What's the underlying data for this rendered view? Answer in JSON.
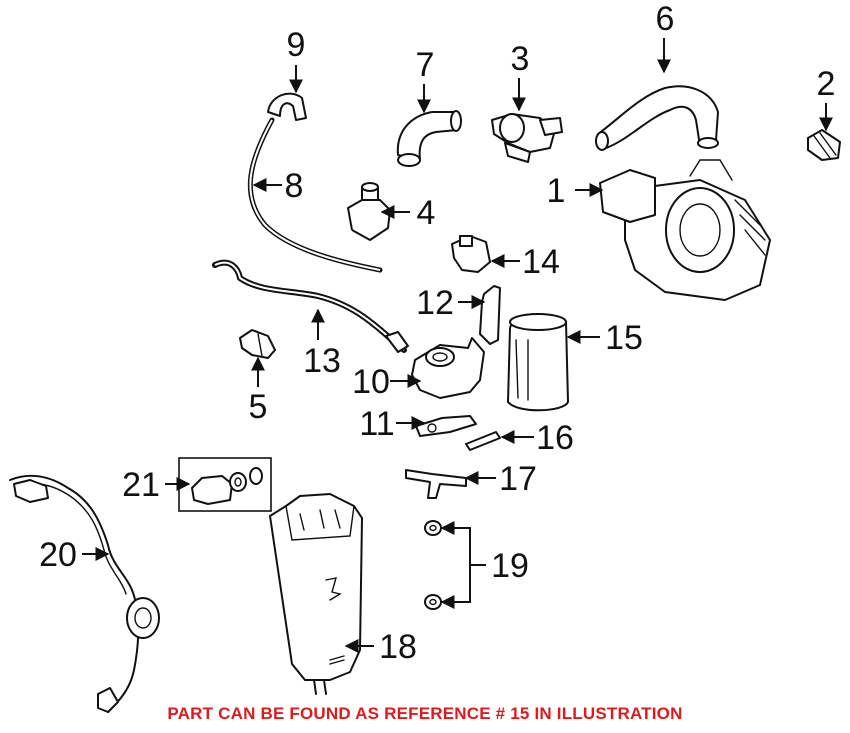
{
  "callouts": {
    "c1": "1",
    "c2": "2",
    "c3": "3",
    "c4": "4",
    "c5": "5",
    "c6": "6",
    "c7": "7",
    "c8": "8",
    "c9": "9",
    "c10": "10",
    "c11": "11",
    "c12": "12",
    "c13": "13",
    "c14": "14",
    "c15": "15",
    "c16": "16",
    "c17": "17",
    "c18": "18",
    "c19": "19",
    "c20": "20",
    "c21": "21"
  },
  "caption": "PART CAN BE FOUND AS REFERENCE # 15 IN ILLUSTRATION",
  "colors": {
    "caption": "#e0191b",
    "lines": "#111111",
    "background": "#ffffff"
  }
}
